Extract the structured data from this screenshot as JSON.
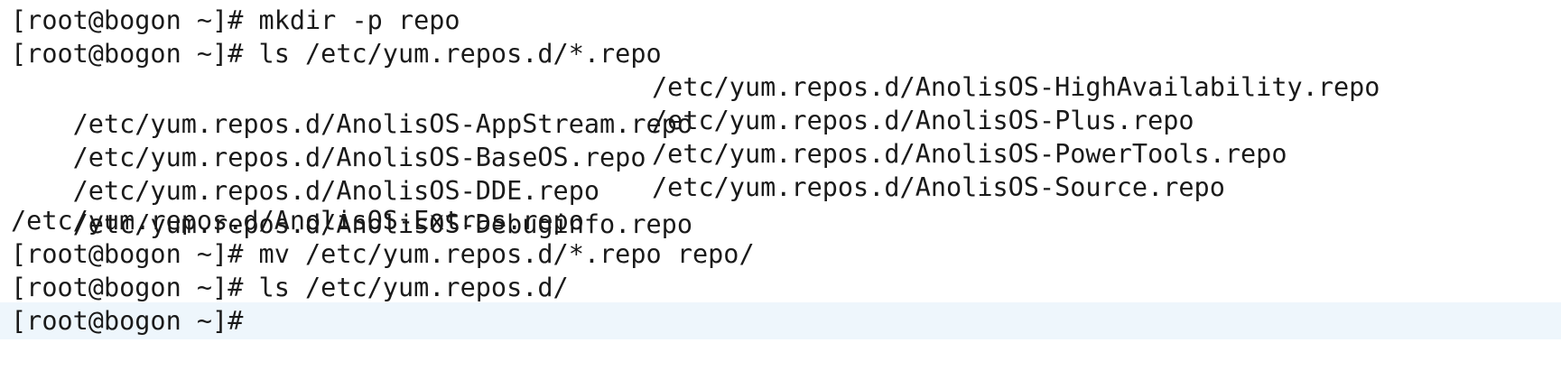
{
  "terminal": {
    "lines": [
      {
        "text": "[root@bogon ~]# mkdir -p repo"
      },
      {
        "text": "[root@bogon ~]# ls /etc/yum.repos.d/*.repo"
      },
      {
        "col1": "/etc/yum.repos.d/AnolisOS-AppStream.repo",
        "col2": "/etc/yum.repos.d/AnolisOS-HighAvailability.repo"
      },
      {
        "col1": "/etc/yum.repos.d/AnolisOS-BaseOS.repo",
        "col2": "/etc/yum.repos.d/AnolisOS-Plus.repo"
      },
      {
        "col1": "/etc/yum.repos.d/AnolisOS-DDE.repo",
        "col2": "/etc/yum.repos.d/AnolisOS-PowerTools.repo"
      },
      {
        "col1": "/etc/yum.repos.d/AnolisOS-Debuginfo.repo",
        "col2": "/etc/yum.repos.d/AnolisOS-Source.repo"
      },
      {
        "text": "/etc/yum.repos.d/AnolisOS-Extras.repo"
      },
      {
        "text": "[root@bogon ~]# mv /etc/yum.repos.d/*.repo repo/"
      },
      {
        "text": "[root@bogon ~]# ls /etc/yum.repos.d/"
      },
      {
        "text": "[root@bogon ~]#"
      }
    ]
  },
  "colors": {
    "background": "#ffffff",
    "text": "#1a1a1a",
    "current_line_highlight": "#eef6fc"
  }
}
